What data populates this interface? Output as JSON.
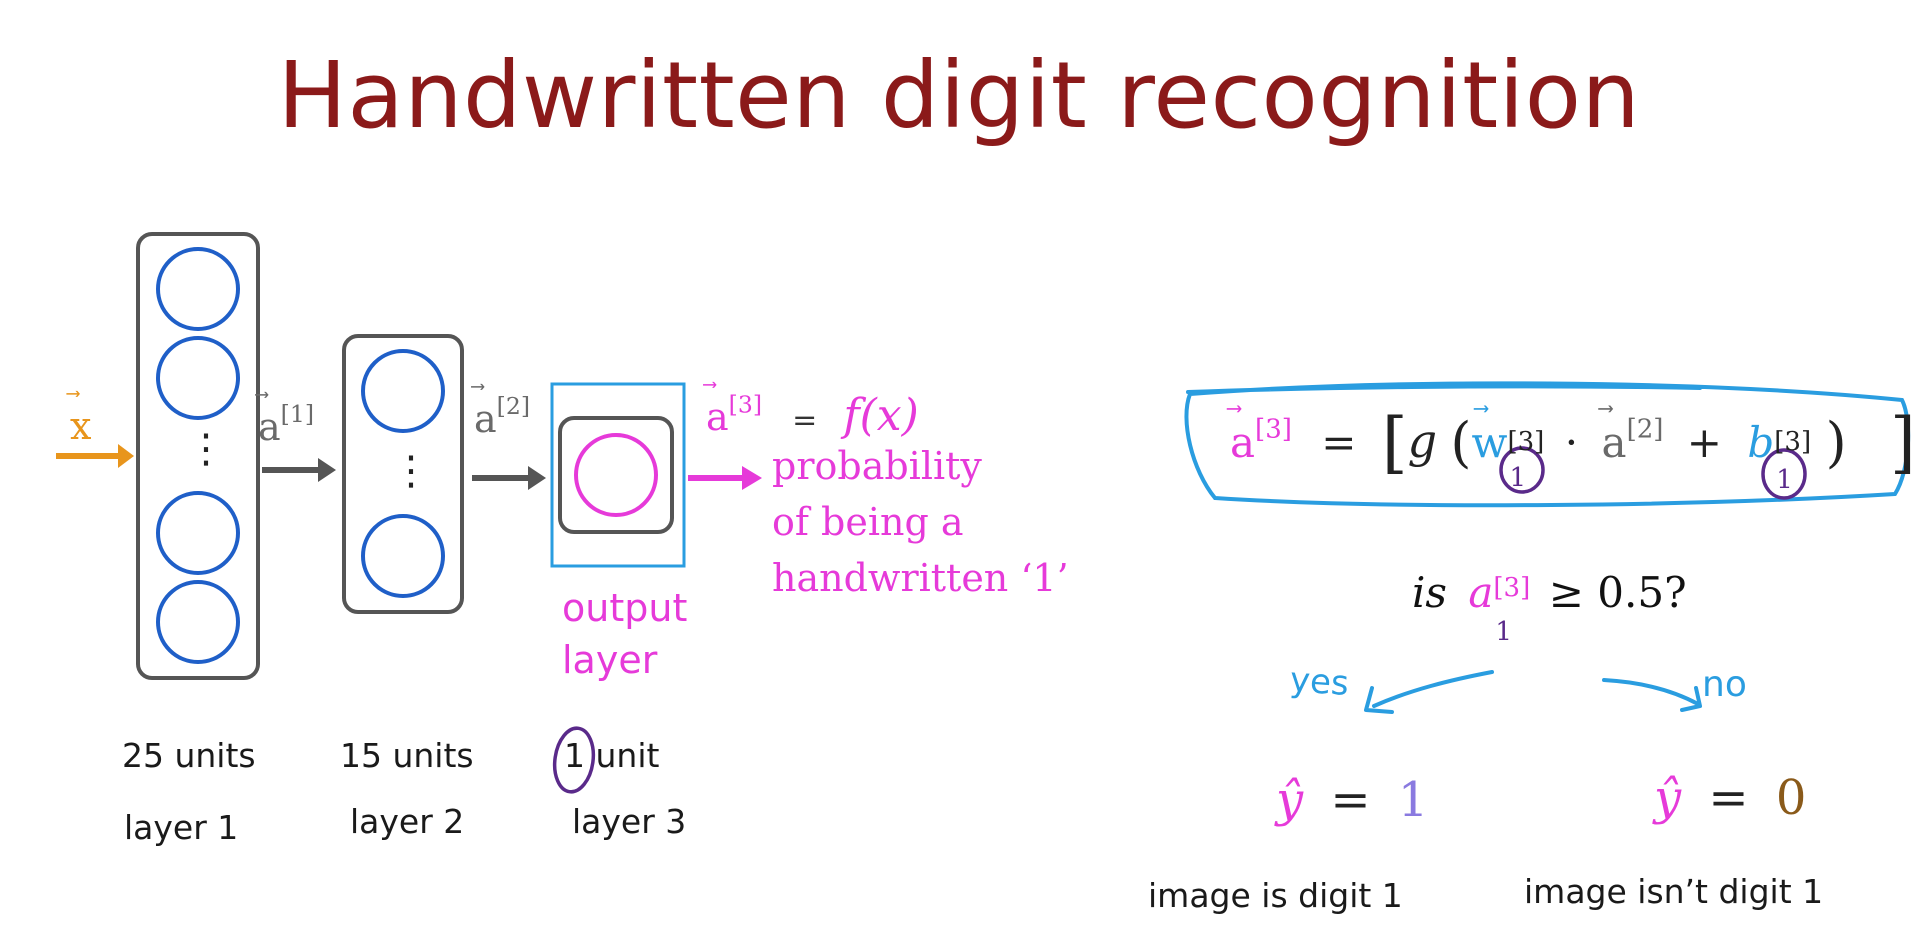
{
  "title": "Handwritten digit recognition",
  "network": {
    "input_label": "x",
    "arrow_labels": [
      "a",
      "a"
    ],
    "arrow_superscripts": [
      "[1]",
      "[2]"
    ],
    "dots": "⋮",
    "output_box_label_line1": "output",
    "output_box_label_line2": "layer",
    "layers": [
      {
        "units_label": "25 units",
        "layer_label": "layer 1"
      },
      {
        "units_label": "15 units",
        "layer_label": "layer 2"
      },
      {
        "units_label_num": "1",
        "units_label_rest": " unit",
        "layer_label": "layer 3"
      }
    ]
  },
  "output": {
    "a_label": "a",
    "a_sup": "[3]",
    "eq": "=",
    "fx": "f(x)",
    "desc_line1": "probability",
    "desc_line2": "of being a",
    "desc_line3": "handwritten ‘1’"
  },
  "formula": {
    "lhs": "a",
    "lhs_sup": "[3]",
    "eq": "=",
    "open": "[",
    "g": "g",
    "paren_open": "(",
    "w": "w",
    "w_sup": "[3]",
    "w_sub": "1",
    "dot": "·",
    "a2": "a",
    "a2_sup": "[2]",
    "plus": "+",
    "b": "b",
    "b_sup": "[3]",
    "b_sub": "1",
    "paren_close": ")",
    "close": "]"
  },
  "question": {
    "is": "is",
    "a": "a",
    "a_sub": "1",
    "a_sup": "[3]",
    "rest": "≥ 0.5?"
  },
  "branches": {
    "yes": "yes",
    "no": "no",
    "yhat": "ŷ",
    "eq": "=",
    "yes_value": "1",
    "no_value": "0",
    "yes_caption": "image is digit 1",
    "no_caption": "image isn’t digit 1"
  },
  "colors": {
    "title": "#8b1a1a",
    "pink": "#e63ad9",
    "blue_circle": "#1f5fc8",
    "highlight_blue": "#2a9de0",
    "purple_ink": "#5a2a8a",
    "orange": "#e8951c",
    "box_gray": "#555555"
  }
}
